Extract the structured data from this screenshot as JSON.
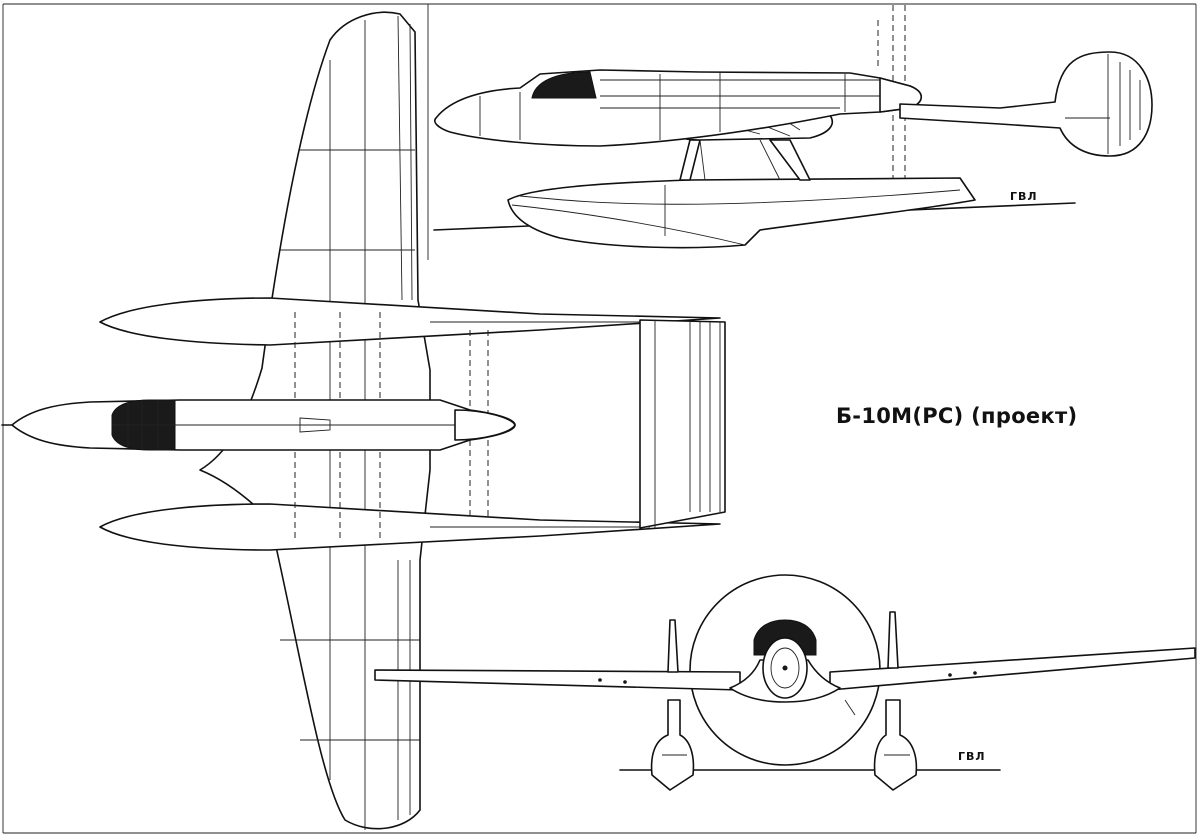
{
  "title": "Б-10М(РС) (проект)",
  "waterline_label_side": "ГВЛ",
  "waterline_label_front": "ГВЛ"
}
